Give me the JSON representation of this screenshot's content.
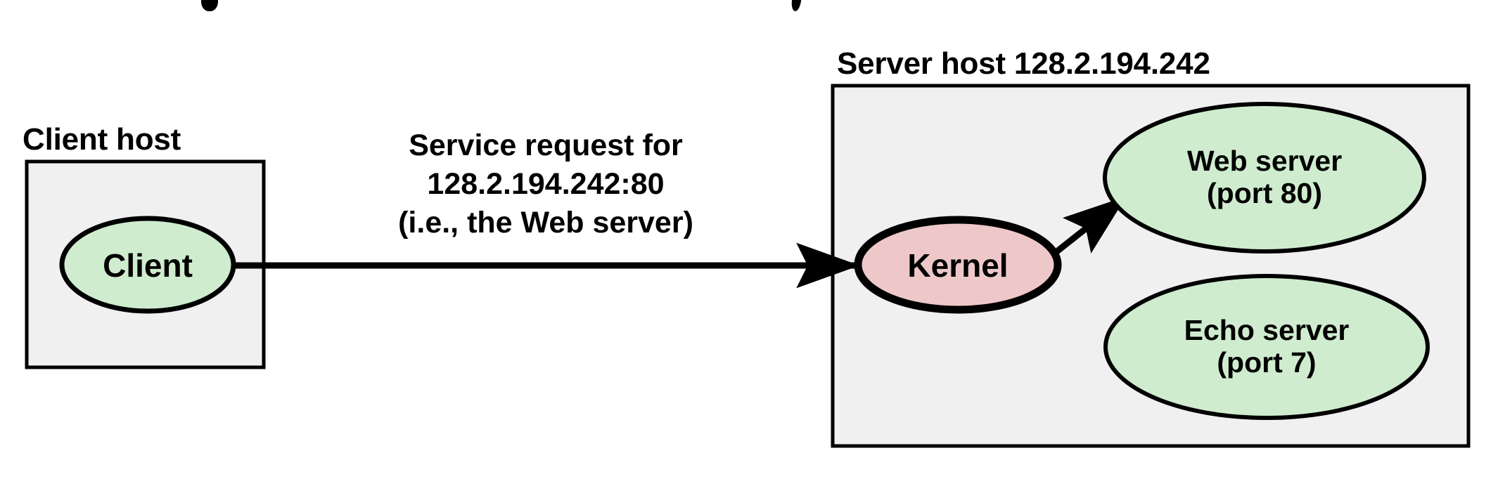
{
  "diagram": {
    "type": "network-service-diagram",
    "background_color": "#ffffff",
    "host_fill": "#f0f0f0",
    "host_border": "#000000",
    "process_fill": "#cfeccf",
    "kernel_fill": "#eec8c8",
    "edge_color": "#000000"
  },
  "client_host": {
    "caption": "Client host",
    "client_node": {
      "label": "Client"
    }
  },
  "server_host": {
    "caption": "Server host 128.2.194.242",
    "kernel_node": {
      "label": "Kernel"
    },
    "web_server_node": {
      "line1": "Web server",
      "line2": "(port 80)"
    },
    "echo_server_node": {
      "line1": "Echo server",
      "line2": "(port 7)"
    }
  },
  "request_edge": {
    "line1": "Service request for",
    "line2": "128.2.194.242:80",
    "line3": "(i.e., the Web server)"
  }
}
